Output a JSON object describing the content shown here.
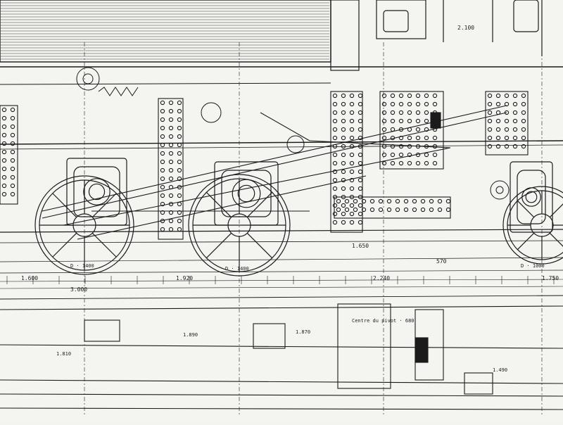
{
  "drawing": {
    "ink_color": "#1b1b1b",
    "paper_color": "#f4f4f1",
    "upper_dimensions": [
      {
        "id": "d1",
        "text": "2.100"
      },
      {
        "id": "d2",
        "text": "1.650"
      },
      {
        "id": "d3",
        "text": "1.920"
      },
      {
        "id": "d4",
        "text": "1.600"
      },
      {
        "id": "d5",
        "text": "2.240"
      },
      {
        "id": "d6",
        "text": "3.000"
      },
      {
        "id": "d7",
        "text": "570"
      },
      {
        "id": "d8",
        "text": "1.750"
      }
    ],
    "wheel_labels": [
      {
        "id": "w1",
        "text": "D · 1400"
      },
      {
        "id": "w2",
        "text": "D · 1400"
      },
      {
        "id": "w3",
        "text": "D · 1000"
      }
    ],
    "plan_dimensions": [
      {
        "id": "p1",
        "text": "1.810"
      },
      {
        "id": "p2",
        "text": "1.890"
      },
      {
        "id": "p3",
        "text": "1.870"
      },
      {
        "id": "p4",
        "text": "1.490"
      }
    ],
    "annotation": "Centre du pivot · 680"
  }
}
